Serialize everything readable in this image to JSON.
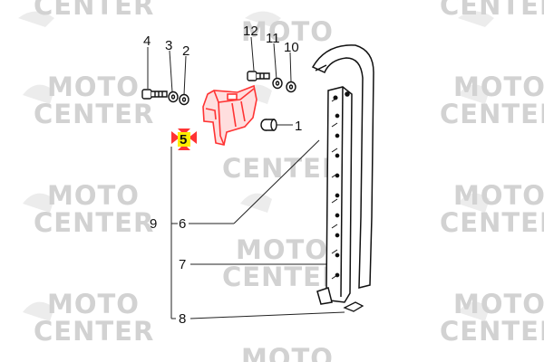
{
  "watermark": {
    "line1": "MOTO",
    "line2": "CENTER",
    "color": "#d2d2d2"
  },
  "callouts": {
    "c1": "1",
    "c2": "2",
    "c3": "3",
    "c4": "4",
    "c5": "5",
    "c6": "6",
    "c7": "7",
    "c8": "8",
    "c9": "9",
    "c10": "10",
    "c11": "11",
    "c12": "12"
  },
  "highlight": {
    "part": "5",
    "fill_color": "#ff3333",
    "marker_color": "#ffee00"
  }
}
